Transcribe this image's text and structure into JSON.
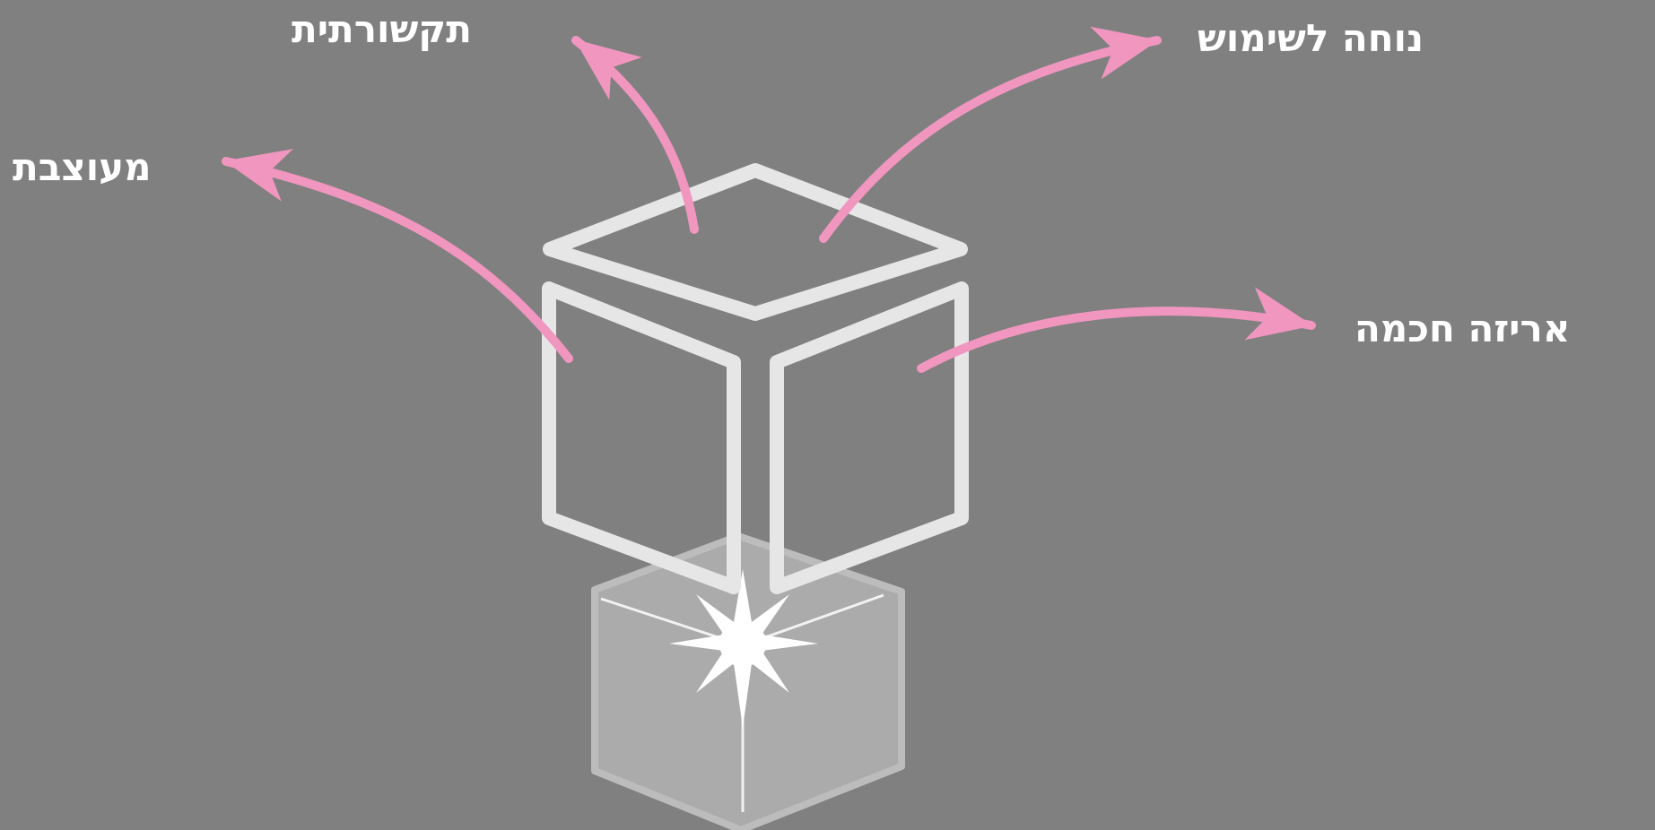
{
  "labels": {
    "top": "תקשורתית",
    "top_right": "נוחה לשימוש",
    "left": "מעוצבת",
    "right": "אריזה חכמה"
  },
  "colors": {
    "background": "#808080",
    "arrow": "#f096bf",
    "cube_outline": "#e6e6e6",
    "base_box": "#b0b0b0",
    "label_text": "#ffffff"
  },
  "icons": [
    "opening-cube-icon",
    "closed-box-icon",
    "sparkle-icon",
    "arrow-icon"
  ]
}
